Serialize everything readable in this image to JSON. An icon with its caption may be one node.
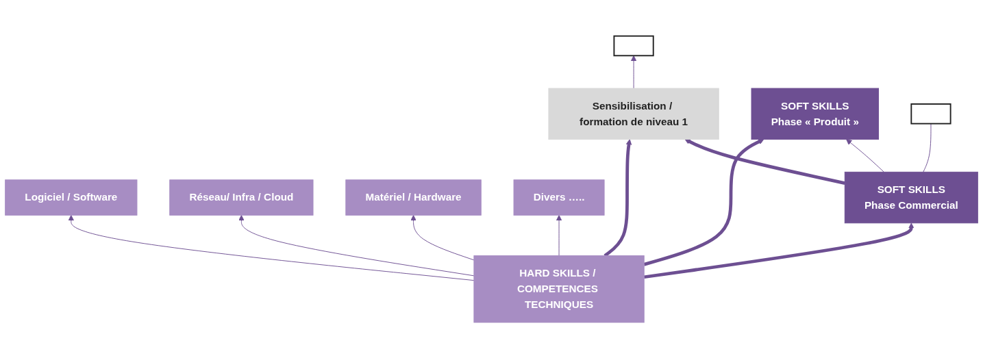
{
  "diagram": {
    "nodes": [
      {
        "text": [],
        "shape": "box"
      },
      {
        "text": [],
        "shape": "box"
      },
      {
        "text": [
          "Sensibilisation / formation de niveau 1"
        ]
      },
      {
        "text": [
          "SOFT SKILLS",
          "Phase Commercial"
        ]
      },
      {
        "text": [
          "SOFT SKILLS",
          "Phase « Produit »"
        ]
      },
      {
        "text": [
          "HARD SKILLS / COMPETENCES TECHNIQUES"
        ]
      },
      {
        "text": [
          "Logiciel / Software"
        ]
      },
      {
        "text": [
          "Réseau/ Infra / Cloud"
        ]
      },
      {
        "text": [
          "Matériel / Hardware"
        ]
      },
      {
        "text": [
          "Divers ….."
        ]
      }
    ],
    "edges": [
      {
        "from": 2,
        "to": 0,
        "arrow": "to"
      },
      {
        "from": 3,
        "to": 1,
        "arrow": "none"
      },
      {
        "from": 3,
        "to": 4,
        "arrow": "to"
      },
      {
        "from": 3,
        "to": 2,
        "arrow": "to",
        "style": "thick"
      },
      {
        "from": 5,
        "to": 2,
        "arrow": "to",
        "style": "thick"
      },
      {
        "from": 5,
        "to": 3,
        "arrow": "to",
        "style": "thick"
      },
      {
        "from": 5,
        "to": 4,
        "arrow": "to",
        "style": "thick"
      },
      {
        "from": 5,
        "to": 6,
        "arrow": "to"
      },
      {
        "from": 5,
        "to": 7,
        "arrow": "to"
      },
      {
        "from": 5,
        "to": 8,
        "arrow": "to"
      },
      {
        "from": 5,
        "to": 9,
        "arrow": "to"
      }
    ]
  }
}
